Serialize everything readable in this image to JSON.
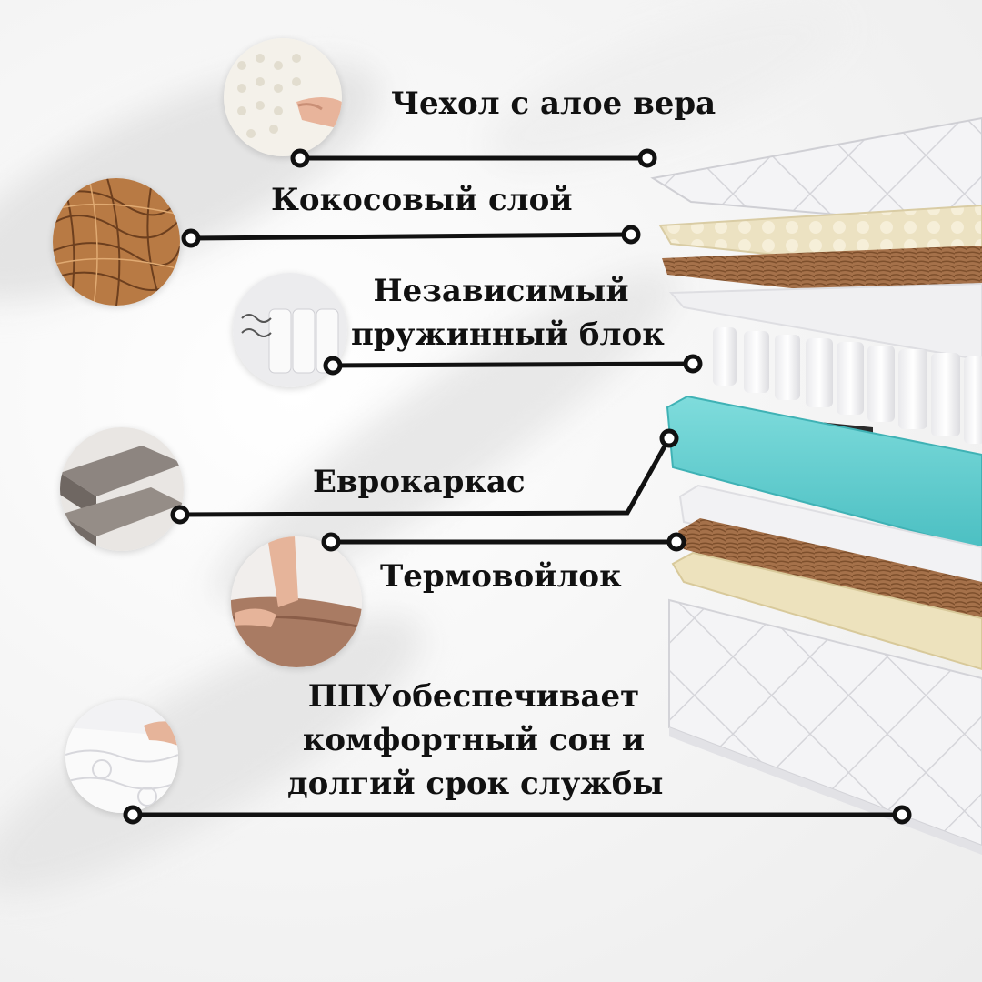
{
  "layers": {
    "cover": "Чехол с алое вера",
    "coconut": "Кокосовый слой",
    "springs_line1": "Независимый",
    "springs_line2": "пружинный блок",
    "euroframe": "Еврокаркас",
    "thermofelt": "Термовойлок",
    "ppu_line1": "ППУобеспечивает",
    "ppu_line2": "комфортный сон и",
    "ppu_line3": "долгий срок службы"
  },
  "colors": {
    "line": "#111111",
    "euroframe_teal": "#63cfd0",
    "coconut_fiber": "#a87346",
    "latex": "#ece2c2"
  },
  "icons": [
    "latex-sample-icon",
    "coconut-fiber-icon",
    "spring-block-icon",
    "foam-block-icon",
    "felt-icon",
    "quilted-cover-icon"
  ]
}
